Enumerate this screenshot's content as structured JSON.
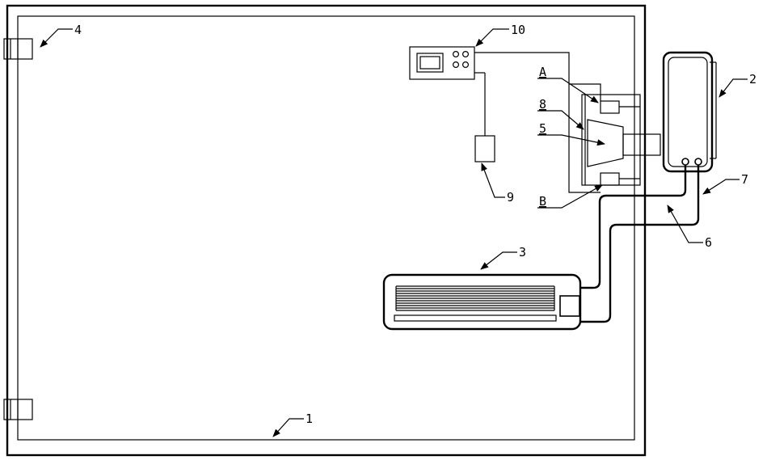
{
  "labels": {
    "l1": "1",
    "l2": "2",
    "l3": "3",
    "l4": "4",
    "l5": "5",
    "l6": "6",
    "l7": "7",
    "l8": "8",
    "l9": "9",
    "l10": "10",
    "lA": "A",
    "lB": "B"
  }
}
